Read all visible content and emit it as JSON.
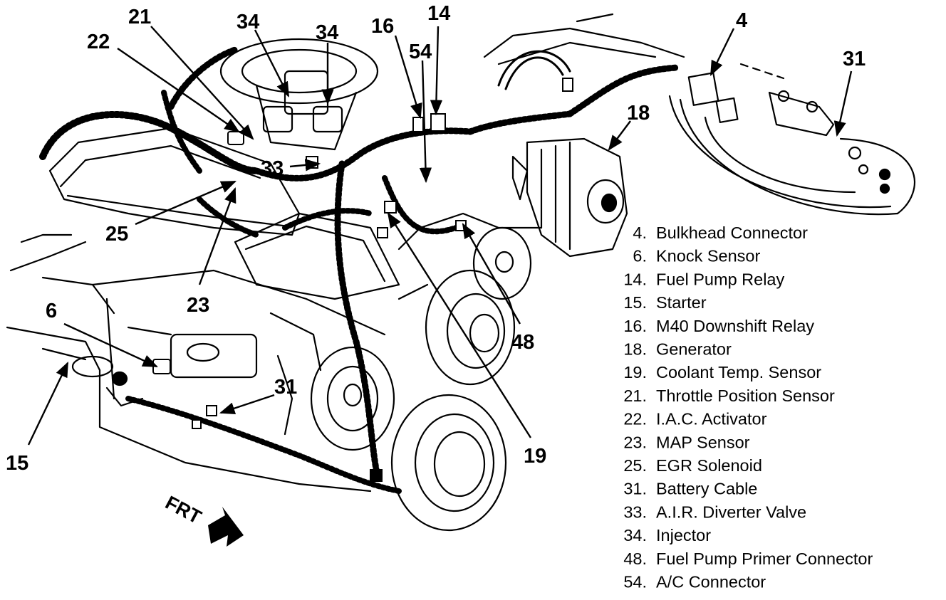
{
  "diagram": {
    "callouts": [
      {
        "id": "c21a",
        "num": "21"
      },
      {
        "id": "c22",
        "num": "22"
      },
      {
        "id": "c34a",
        "num": "34"
      },
      {
        "id": "c34b",
        "num": "34"
      },
      {
        "id": "c16",
        "num": "16"
      },
      {
        "id": "c14",
        "num": "14"
      },
      {
        "id": "c54",
        "num": "54"
      },
      {
        "id": "c4",
        "num": "4"
      },
      {
        "id": "c31a",
        "num": "31"
      },
      {
        "id": "c18",
        "num": "18"
      },
      {
        "id": "c33",
        "num": "33"
      },
      {
        "id": "c25",
        "num": "25"
      },
      {
        "id": "c23",
        "num": "23"
      },
      {
        "id": "c6",
        "num": "6"
      },
      {
        "id": "c48",
        "num": "48"
      },
      {
        "id": "c31b",
        "num": "31"
      },
      {
        "id": "c19",
        "num": "19"
      },
      {
        "id": "c15",
        "num": "15"
      }
    ],
    "front_label": "FRT",
    "legend": [
      {
        "num": "4.",
        "label": "Bulkhead Connector"
      },
      {
        "num": "6.",
        "label": "Knock Sensor"
      },
      {
        "num": "14.",
        "label": "Fuel Pump Relay"
      },
      {
        "num": "15.",
        "label": "Starter"
      },
      {
        "num": "16.",
        "label": "M40 Downshift Relay"
      },
      {
        "num": "18.",
        "label": "Generator"
      },
      {
        "num": "19.",
        "label": "Coolant Temp. Sensor"
      },
      {
        "num": "21.",
        "label": "Throttle Position Sensor"
      },
      {
        "num": "22.",
        "label": "I.A.C. Activator"
      },
      {
        "num": "23.",
        "label": "MAP Sensor"
      },
      {
        "num": "25.",
        "label": "EGR Solenoid"
      },
      {
        "num": "31.",
        "label": "Battery Cable"
      },
      {
        "num": "33.",
        "label": "A.I.R. Diverter Valve"
      },
      {
        "num": "34.",
        "label": "Injector"
      },
      {
        "num": "48.",
        "label": "Fuel Pump Primer Connector"
      },
      {
        "num": "54.",
        "label": "A/C Connector"
      }
    ]
  }
}
